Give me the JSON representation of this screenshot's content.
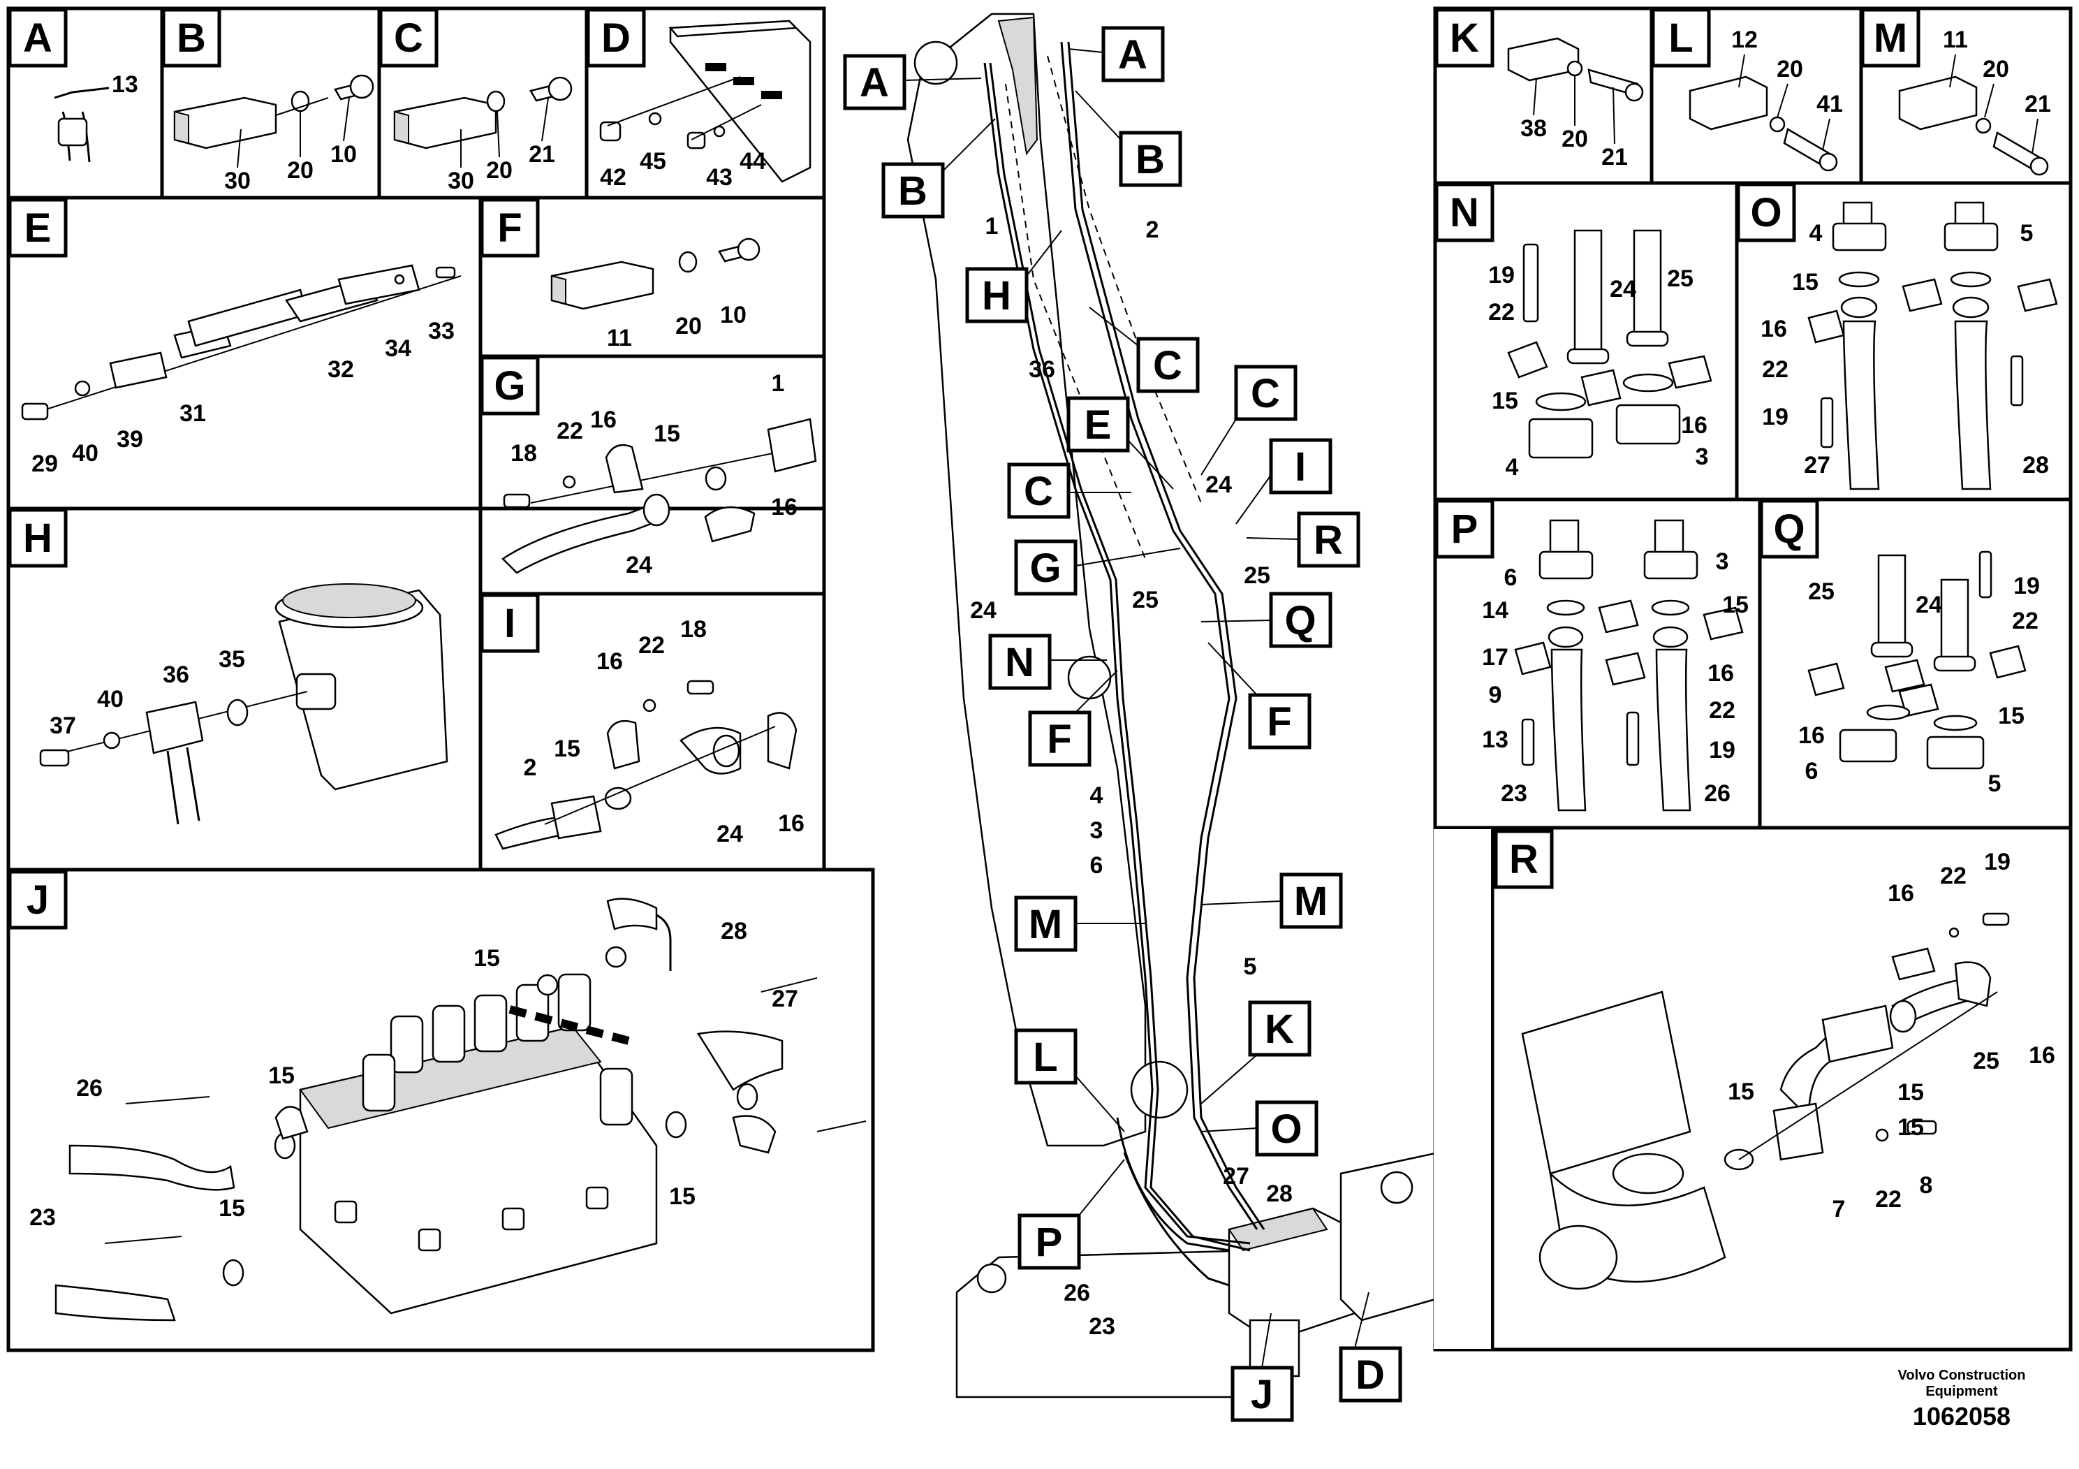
{
  "panels": {
    "A": {
      "letter": "A",
      "numbers": [
        "13"
      ]
    },
    "B": {
      "letter": "B",
      "numbers": [
        "30",
        "20",
        "10"
      ]
    },
    "C": {
      "letter": "C",
      "numbers": [
        "30",
        "20",
        "21"
      ]
    },
    "D": {
      "letter": "D",
      "numbers": [
        "42",
        "45",
        "43",
        "44"
      ]
    },
    "E": {
      "letter": "E",
      "numbers": [
        "29",
        "40",
        "39",
        "31",
        "32",
        "34",
        "33"
      ]
    },
    "F": {
      "letter": "F",
      "numbers": [
        "11",
        "20",
        "10"
      ]
    },
    "G": {
      "letter": "G",
      "numbers": [
        "18",
        "22",
        "16",
        "15",
        "1",
        "24",
        "16"
      ]
    },
    "H": {
      "letter": "H",
      "numbers": [
        "37",
        "40",
        "36",
        "35"
      ]
    },
    "I": {
      "letter": "I",
      "numbers": [
        "16",
        "22",
        "18",
        "15",
        "2",
        "24",
        "16"
      ]
    },
    "J": {
      "letter": "J",
      "numbers": [
        "15",
        "28",
        "27",
        "26",
        "15",
        "15",
        "23",
        "15"
      ]
    },
    "K": {
      "letter": "K",
      "numbers": [
        "38",
        "20",
        "21"
      ]
    },
    "L": {
      "letter": "L",
      "numbers": [
        "12",
        "20",
        "41"
      ]
    },
    "M": {
      "letter": "M",
      "numbers": [
        "11",
        "20",
        "21"
      ]
    },
    "N": {
      "letter": "N",
      "numbers": [
        "19",
        "24",
        "25",
        "22",
        "15",
        "16",
        "4",
        "3"
      ]
    },
    "O": {
      "letter": "O",
      "numbers": [
        "4",
        "5",
        "15",
        "16",
        "22",
        "19",
        "27",
        "28"
      ]
    },
    "P": {
      "letter": "P",
      "numbers": [
        "6",
        "3",
        "14",
        "15",
        "17",
        "16",
        "9",
        "22",
        "13",
        "19",
        "23",
        "26"
      ]
    },
    "Q": {
      "letter": "Q",
      "numbers": [
        "25",
        "24",
        "19",
        "22",
        "16",
        "15",
        "6",
        "5"
      ]
    },
    "R": {
      "letter": "R",
      "numbers": [
        "16",
        "22",
        "19",
        "16",
        "15",
        "15",
        "25",
        "15",
        "22",
        "8",
        "7"
      ]
    }
  },
  "main_labels": {
    "callouts": [
      "A",
      "A",
      "B",
      "B",
      "H",
      "C",
      "C",
      "E",
      "C",
      "I",
      "R",
      "G",
      "Q",
      "N",
      "F",
      "F",
      "M",
      "M",
      "L",
      "K",
      "O",
      "P",
      "J",
      "D"
    ],
    "numbers": [
      "1",
      "2",
      "36",
      "24",
      "25",
      "24",
      "25",
      "4",
      "3",
      "6",
      "5",
      "27",
      "28",
      "26",
      "23"
    ]
  },
  "footer": {
    "company_line1": "Volvo Construction",
    "company_line2": "Equipment",
    "drawing_number": "1062058"
  }
}
